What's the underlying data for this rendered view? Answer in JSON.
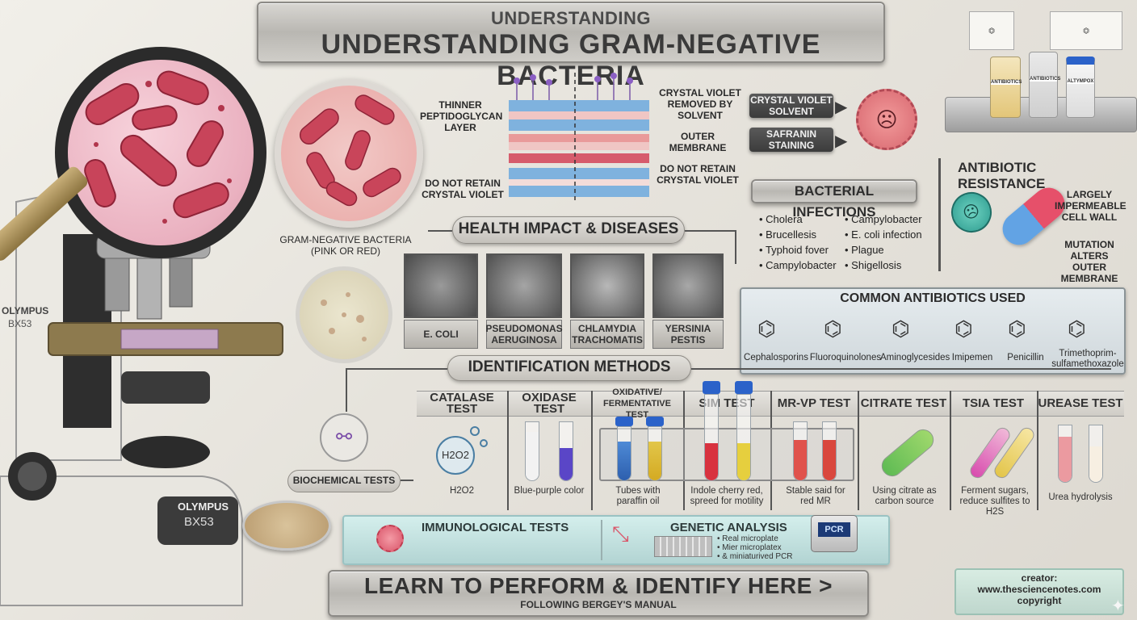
{
  "header": {
    "small_title": "UNDERSTANDING",
    "main_title": "UNDERSTANDING GRAM-NEGATIVE BACTERIA"
  },
  "microscope": {
    "brand": "OLYMPUS",
    "model": "BX53",
    "side_brand": "OLYMPUS",
    "side_model": "BX53"
  },
  "petri": {
    "caption": "GRAM-NEGATIVE BACTERIA (PINK OR RED)"
  },
  "membrane": {
    "left_top": "THINNER PEPTIDOGLYCAN LAYER",
    "left_bottom": "DO NOT RETAIN CRYSTAL VIOLET",
    "right_top": "CRYSTAL VIOLET REMOVED BY SOLVENT",
    "right_mid": "OUTER MEMBRANE",
    "right_bottom": "DO NOT RETAIN CRYSTAL VIOLET"
  },
  "stain_steps": [
    "CRYSTAL VIOLET SOLVENT",
    "SAFRANIN STAINING"
  ],
  "infections": {
    "title": "BACTERIAL INFECTIONS",
    "col1": [
      "Cholera",
      "Brucellesis",
      "Typhoid fover",
      "Campylobacter"
    ],
    "col2": [
      "Campylobacter",
      "E. coli infection",
      "Plague",
      "Shigellosis"
    ]
  },
  "resistance": {
    "title": "ANTIBIOTIC RESISTANCE",
    "point1": "LARGELY IMPERMEABLE CELL WALL",
    "point2": "MUTATION ALTERS OUTER MEMBRANE"
  },
  "shelf_vials": [
    "ANTIBIOTICS",
    "ANTIBIOTICS",
    "ALTYMPOX"
  ],
  "health": {
    "title": "HEALTH IMPACT & DISEASES",
    "organisms": [
      "E. COLI",
      "PSEUDOMONAS AERUGINOSA",
      "CHLAMYDIA TRACHOMATIS",
      "YERSINIA PESTIS"
    ]
  },
  "antibiotics": {
    "title": "COMMON ANTIBIOTICS USED",
    "items": [
      "Cephalosporins",
      "Fluoroquinolones",
      "Aminoglycesides",
      "Imipemen",
      "Penicillin",
      "Trimethoprim-sulfamethoxazole"
    ]
  },
  "identification": {
    "title": "IDENTIFICATION METHODS",
    "biochemical_label": "BIOCHEMICAL TESTS",
    "formula": "H2O2",
    "tests": [
      {
        "name": "CATALASE TEST",
        "desc": "H2O2"
      },
      {
        "name": "OXIDASE TEST",
        "desc": "Blue-purple color"
      },
      {
        "name": "OXIDATIVE/ FERMENTATIVE TEST",
        "desc": "Tubes with paraffin oil"
      },
      {
        "name": "SIM TEST",
        "desc": "Indole cherry red, spreed for motility"
      },
      {
        "name": "MR-VP TEST",
        "desc": "Stable said for red MR"
      },
      {
        "name": "CITRATE TEST",
        "desc": "Using citrate as carbon source"
      },
      {
        "name": "TSIA TEST",
        "desc": "Ferment sugars, reduce sulfites to H2S"
      },
      {
        "name": "UREASE TEST",
        "desc": "Urea hydrolysis"
      }
    ]
  },
  "glass_panel": {
    "immuno": "IMMUNOLOGICAL TESTS",
    "genetic": "GENETIC ANALYSIS",
    "genetic_points": [
      "Real microplate",
      "Mier microplatex",
      "& miniaturived PCR"
    ],
    "device": "PCR"
  },
  "cta": {
    "main": "LEARN TO PERFORM & IDENTIFY HERE >",
    "sub": "FOLLOWING BERGEY'S MANUAL"
  },
  "credit": {
    "line1": "creator:",
    "line2": "www.thesciencenotes.com",
    "line3": "copyright"
  },
  "colors": {
    "bacteria": "#c8445a",
    "metal": "#c4c1bb",
    "accent_blue": "#2b62c9"
  }
}
